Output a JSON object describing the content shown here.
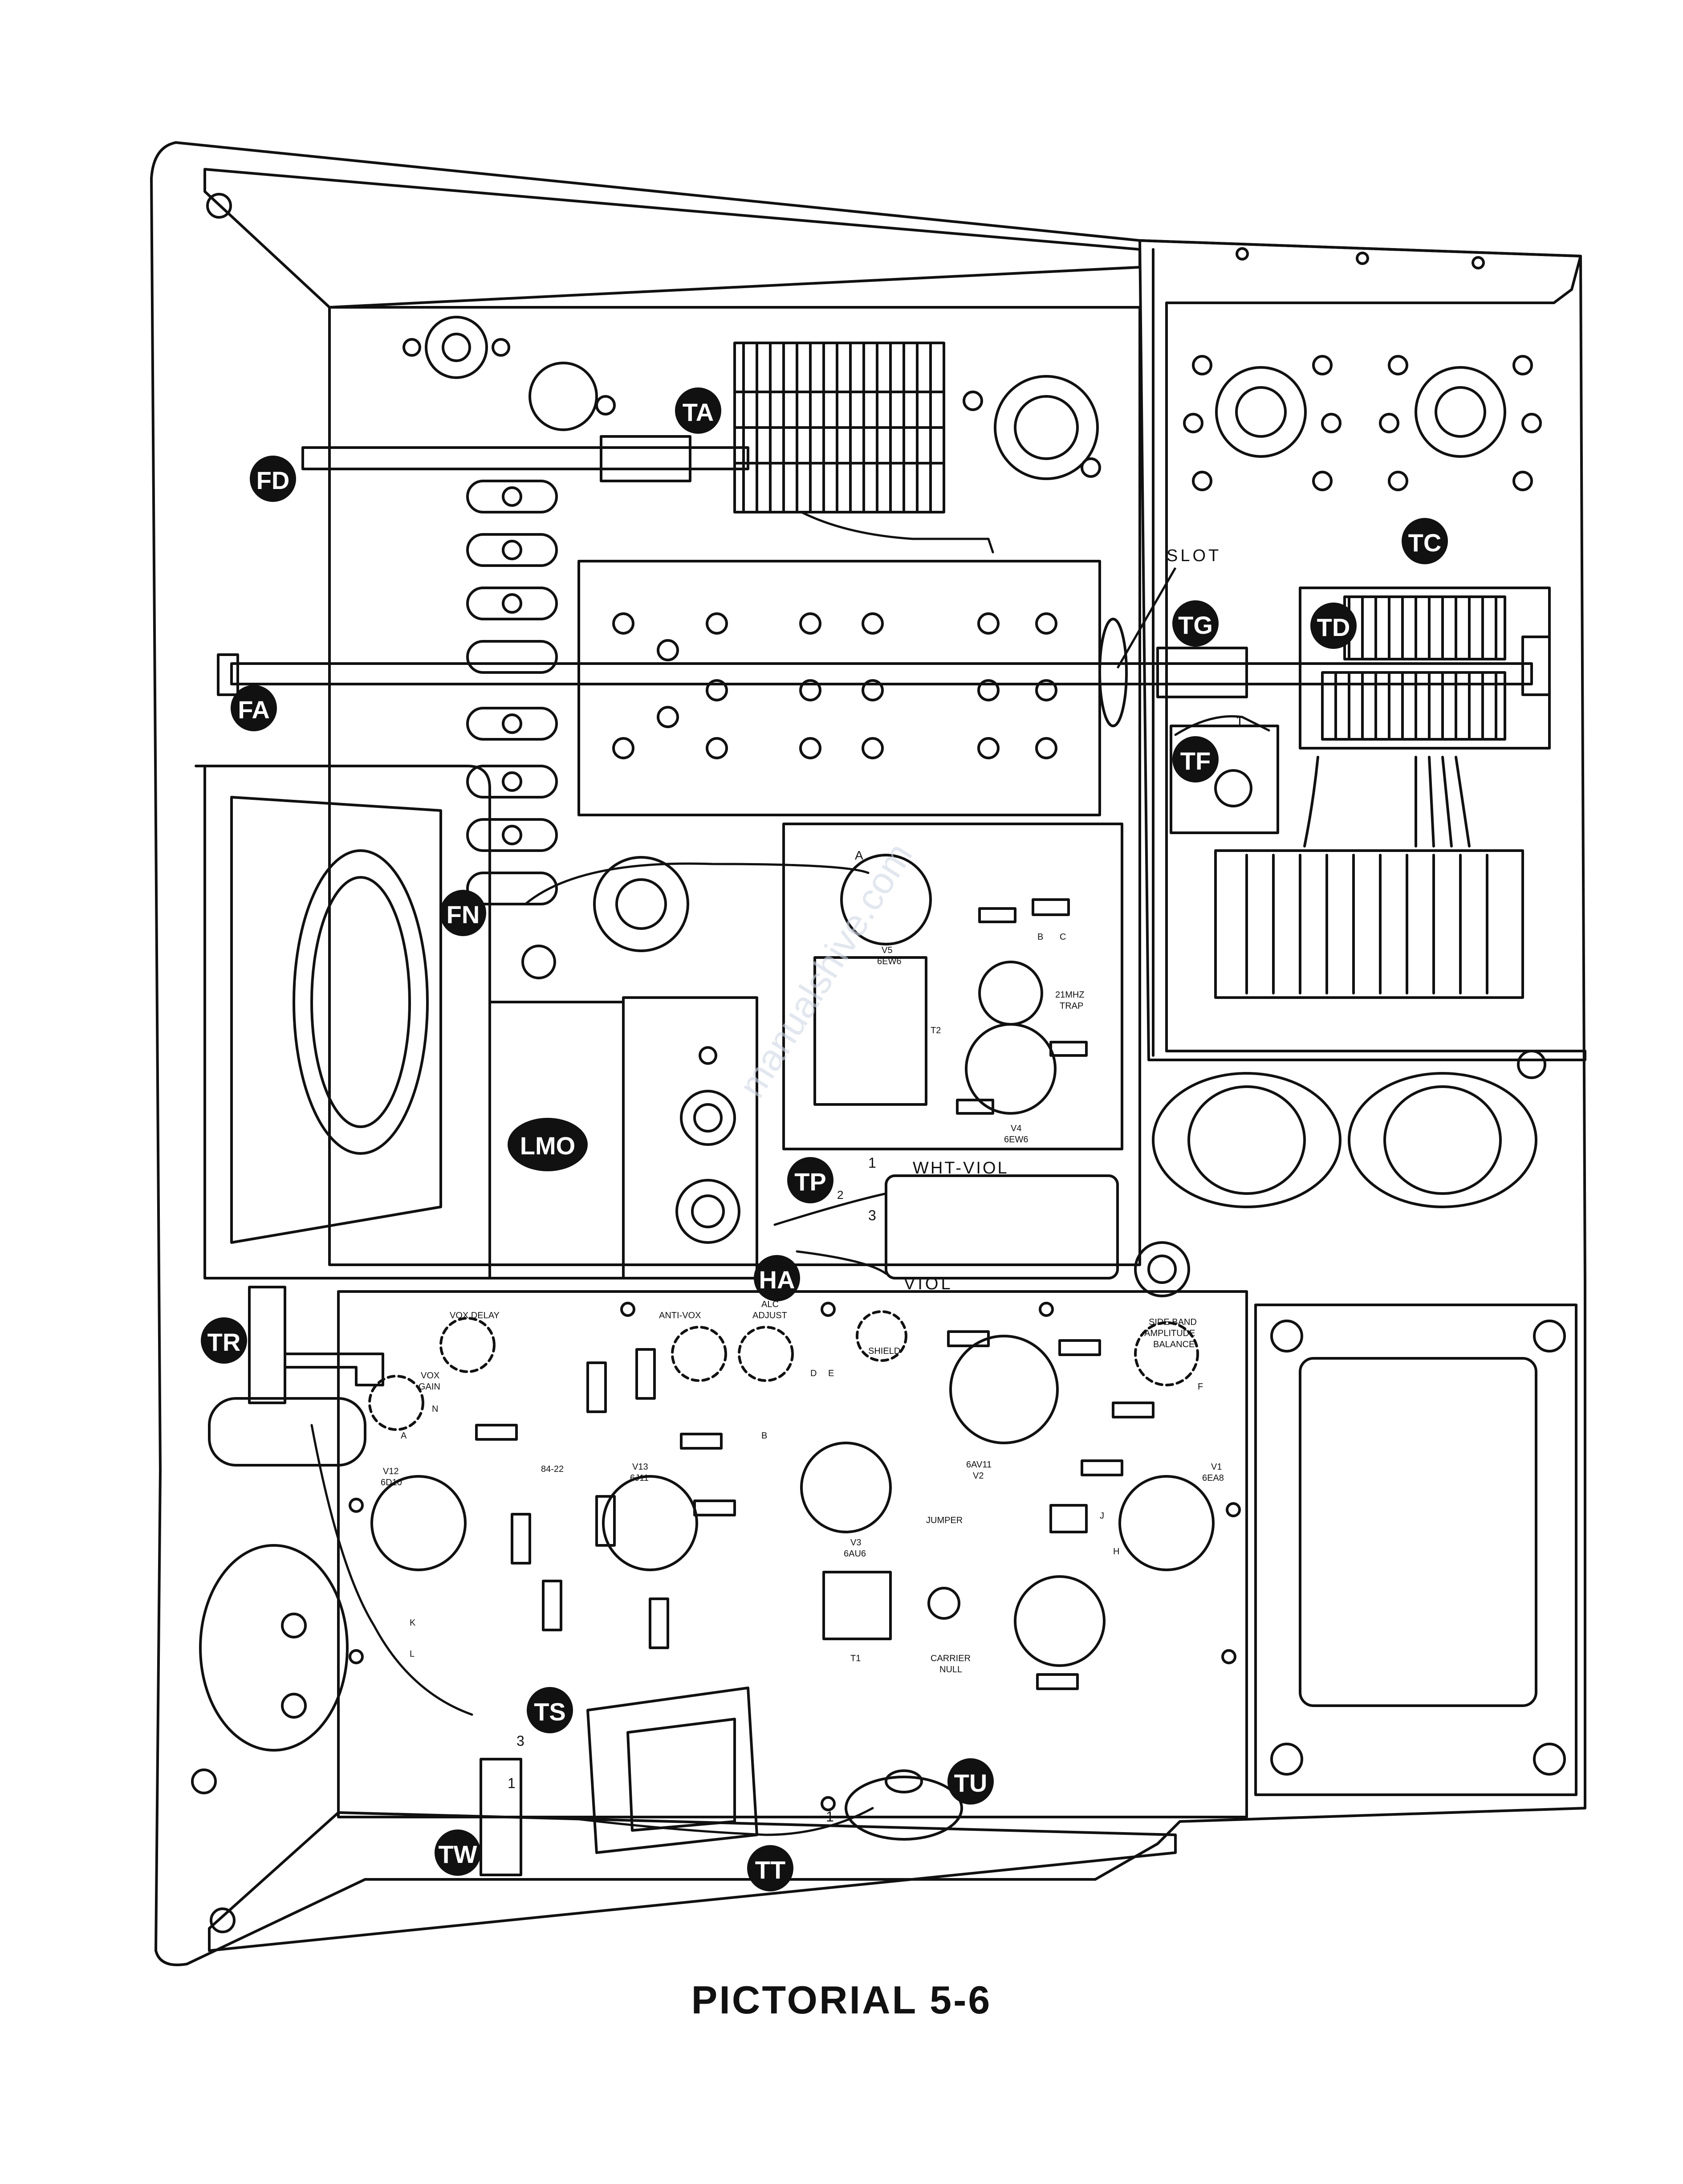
{
  "caption": "PICTORIAL 5-6",
  "watermark": "manualshive.com",
  "callouts": {
    "TA": "TA",
    "FD": "FD",
    "FA": "FA",
    "FN": "FN",
    "TC": "TC",
    "TD": "TD",
    "TG": "TG",
    "TF": "TF",
    "LMO": "LMO",
    "TP": "TP",
    "HA": "HA",
    "TR": "TR",
    "TS": "TS",
    "TU": "TU",
    "TW": "TW",
    "TT": "TT"
  },
  "labels": {
    "slot": "SLOT",
    "wht_viol": "WHT-VIOL",
    "viol": "VIOL",
    "vox_delay": "VOX DELAY",
    "anti_vox": "ANTI-VOX",
    "alc_adjust_1": "ALC",
    "alc_adjust_2": "ADJUST",
    "shield": "SHIELD",
    "sideband_1": "SIDE BAND",
    "sideband_2": "AMPLITUDE",
    "sideband_3": "BALANCE",
    "vox_gain_1": "VOX",
    "vox_gain_2": "GAIN",
    "v12": "V12",
    "v12_t": "6D10",
    "v13": "V13",
    "v13_t": "6J11",
    "v3": "V3",
    "v3_t": "6AU6",
    "v2": "6AV11",
    "v2_t": "V2",
    "v1": "V1",
    "v1_t": "6EA8",
    "v5": "V5",
    "v5_t": "6EW6",
    "v4": "V4",
    "v4_t": "6EW6",
    "t2": "T2",
    "t1": "T1",
    "trap_1": "21MHZ",
    "trap_2": "TRAP",
    "jumper": "JUMPER",
    "carrier_1": "CARRIER",
    "carrier_2": "NULL",
    "r_8422": "84-22",
    "pin_1": "1",
    "pin_2": "2",
    "pin_3": "3",
    "pt_a": "A",
    "pt_b": "B",
    "pt_c": "C",
    "pt_d": "D",
    "pt_e": "E",
    "pt_f": "F",
    "pt_h": "H",
    "pt_j": "J",
    "pt_k": "K",
    "pt_l": "L",
    "pt_n": "N"
  }
}
